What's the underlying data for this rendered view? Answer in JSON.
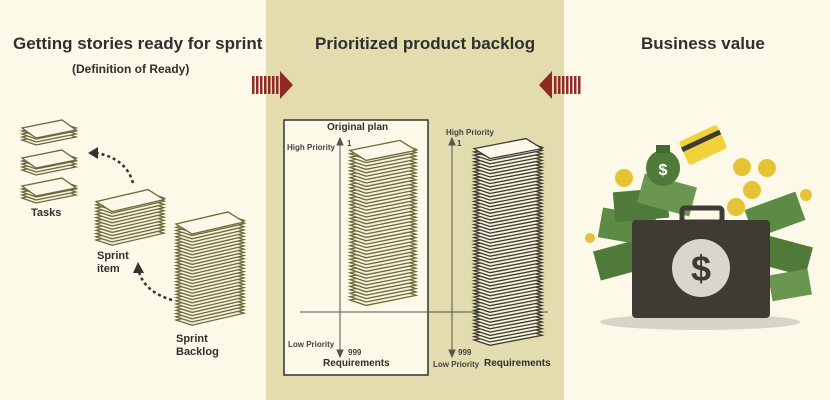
{
  "sections": {
    "left": {
      "title": "Getting stories ready for sprint",
      "subtitle": "(Definition of Ready)",
      "labels": {
        "tasks": "Tasks",
        "sprint_item_1": "Sprint",
        "sprint_item_2": "item",
        "sprint_backlog_1": "Sprint",
        "sprint_backlog_2": "Backlog"
      }
    },
    "middle": {
      "title": "Prioritized product backlog",
      "original_plan": "Original plan",
      "high_priority": "High Priority",
      "low_priority": "Low Priority",
      "top_rank": "1",
      "bottom_rank": "999",
      "requirements": "Requirements"
    },
    "right": {
      "title": "Business value"
    }
  },
  "colors": {
    "left_bg": "#fdf9e8",
    "middle_bg": "#e3dcae",
    "right_bg": "#fdf9e8",
    "arrow_red": "#8f2a25",
    "stack_olive": "#6b6a3a",
    "stack_dark": "#3e3b33",
    "money_green": "#4f7a3a",
    "case_dark": "#3f3a33",
    "coin_gold": "#e6c235"
  },
  "icons": [
    "paper-stack-icon",
    "double-arrow-icon",
    "briefcase-icon",
    "dollar-icon",
    "coin-icon",
    "credit-card-icon",
    "money-bag-icon",
    "banknote-icon"
  ]
}
